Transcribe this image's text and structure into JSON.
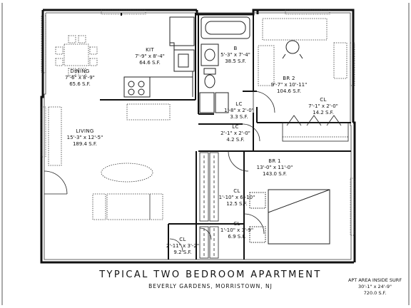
{
  "title": "TYPICAL TWO BEDROOM APARTMENT",
  "subtitle": "BEVERLY GARDENS, MORRISTOWN, NJ",
  "apt_area": {
    "line1": "APT AREA INSIDE SURF",
    "line2": "30'-1\" x 24'-9\"",
    "line3": "720.0 S.F."
  },
  "rooms": {
    "kit": {
      "name": "KIT",
      "dims": "7'-9\" x 8'-4\"",
      "area": "64.6 S.F."
    },
    "dining": {
      "name": "DINING",
      "dims": "7'-6\" x 8'-9\"",
      "area": "65.6 S.F."
    },
    "bath": {
      "name": "B",
      "dims": "5'-3\" x 7'-4\"",
      "area": "38.5 S.F."
    },
    "br2": {
      "name": "BR 2",
      "dims": "9'-7\" x 10'-11\"",
      "area": "104.6 S.F."
    },
    "cl_br2": {
      "name": "CL",
      "dims": "7'-1\" x 2'-0\"",
      "area": "14.2 S.F."
    },
    "lc1": {
      "name": "LC",
      "dims": "1'-8\" x 2'-0\"",
      "area": "3.3 S.F."
    },
    "lc2": {
      "name": "LC",
      "dims": "2'-1\" x 2'-0\"",
      "area": "4.2 S.F."
    },
    "living": {
      "name": "LIVING",
      "dims": "15'-3\" x 12'-5\"",
      "area": "189.4 S.F."
    },
    "br1": {
      "name": "BR 1",
      "dims": "13'-0\" x 11'-0\"",
      "area": "143.0 S.F."
    },
    "cl_mid": {
      "name": "CL",
      "dims": "1'-10\" x 6'-10\"",
      "area": "12.5 S.F."
    },
    "cl_sm": {
      "name": "CL",
      "dims": "1'-10\" x 3'-9\"",
      "area": "6.9 S.F."
    },
    "cl_hall": {
      "name": "CL",
      "dims": "2'-11\" x 3'-2\"",
      "area": "9.2 S.F."
    }
  }
}
